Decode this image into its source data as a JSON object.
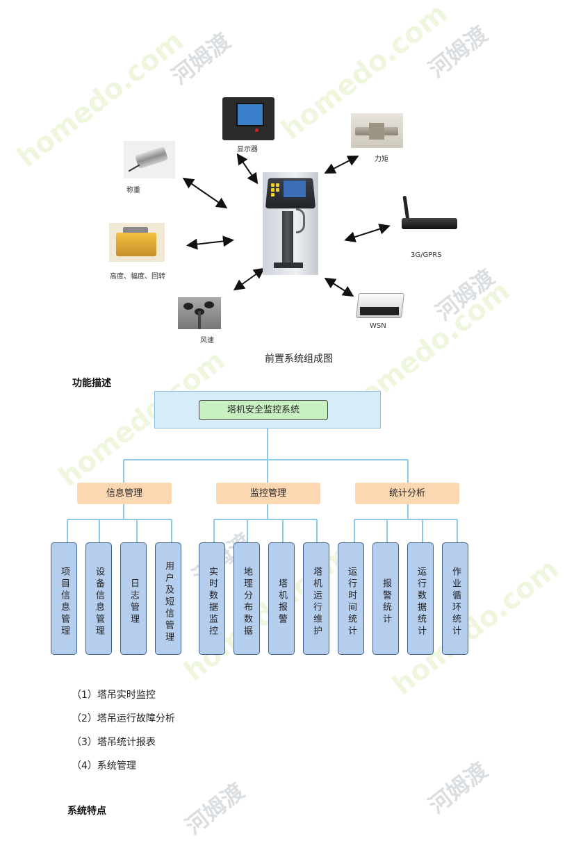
{
  "figure": {
    "labels": {
      "display": "显示器",
      "torque": "力矩",
      "weight": "称重",
      "network": "3G/GPRS",
      "sensor": "高度、幅度、回转",
      "wind": "风速",
      "wsn": "WSN"
    },
    "caption": "前置系统组成图"
  },
  "section_function": {
    "heading": "功能描述"
  },
  "org_chart": {
    "root": "塔机安全监控系统",
    "groups": [
      {
        "label": "信息管理",
        "children": [
          "项目信息管理",
          "设备信息管理",
          "日志管理",
          "用户及短信管理"
        ]
      },
      {
        "label": "监控管理",
        "children": [
          "实时数据监控",
          "地理分布数据",
          "塔机报警",
          "塔机运行维护"
        ]
      },
      {
        "label": "统计分析",
        "children": [
          "运行时间统计",
          "报警统计",
          "运行数据统计",
          "作业循环统计"
        ]
      }
    ],
    "line_color": "#8cc8e8"
  },
  "features": [
    "（1）塔吊实时监控",
    "（2）塔吊运行故障分析",
    "（3）塔吊统计报表",
    "（4）系统管理"
  ],
  "section_system": {
    "heading": "系统特点"
  },
  "watermark": {
    "site": "homedo.com",
    "brand": "河姆渡"
  }
}
